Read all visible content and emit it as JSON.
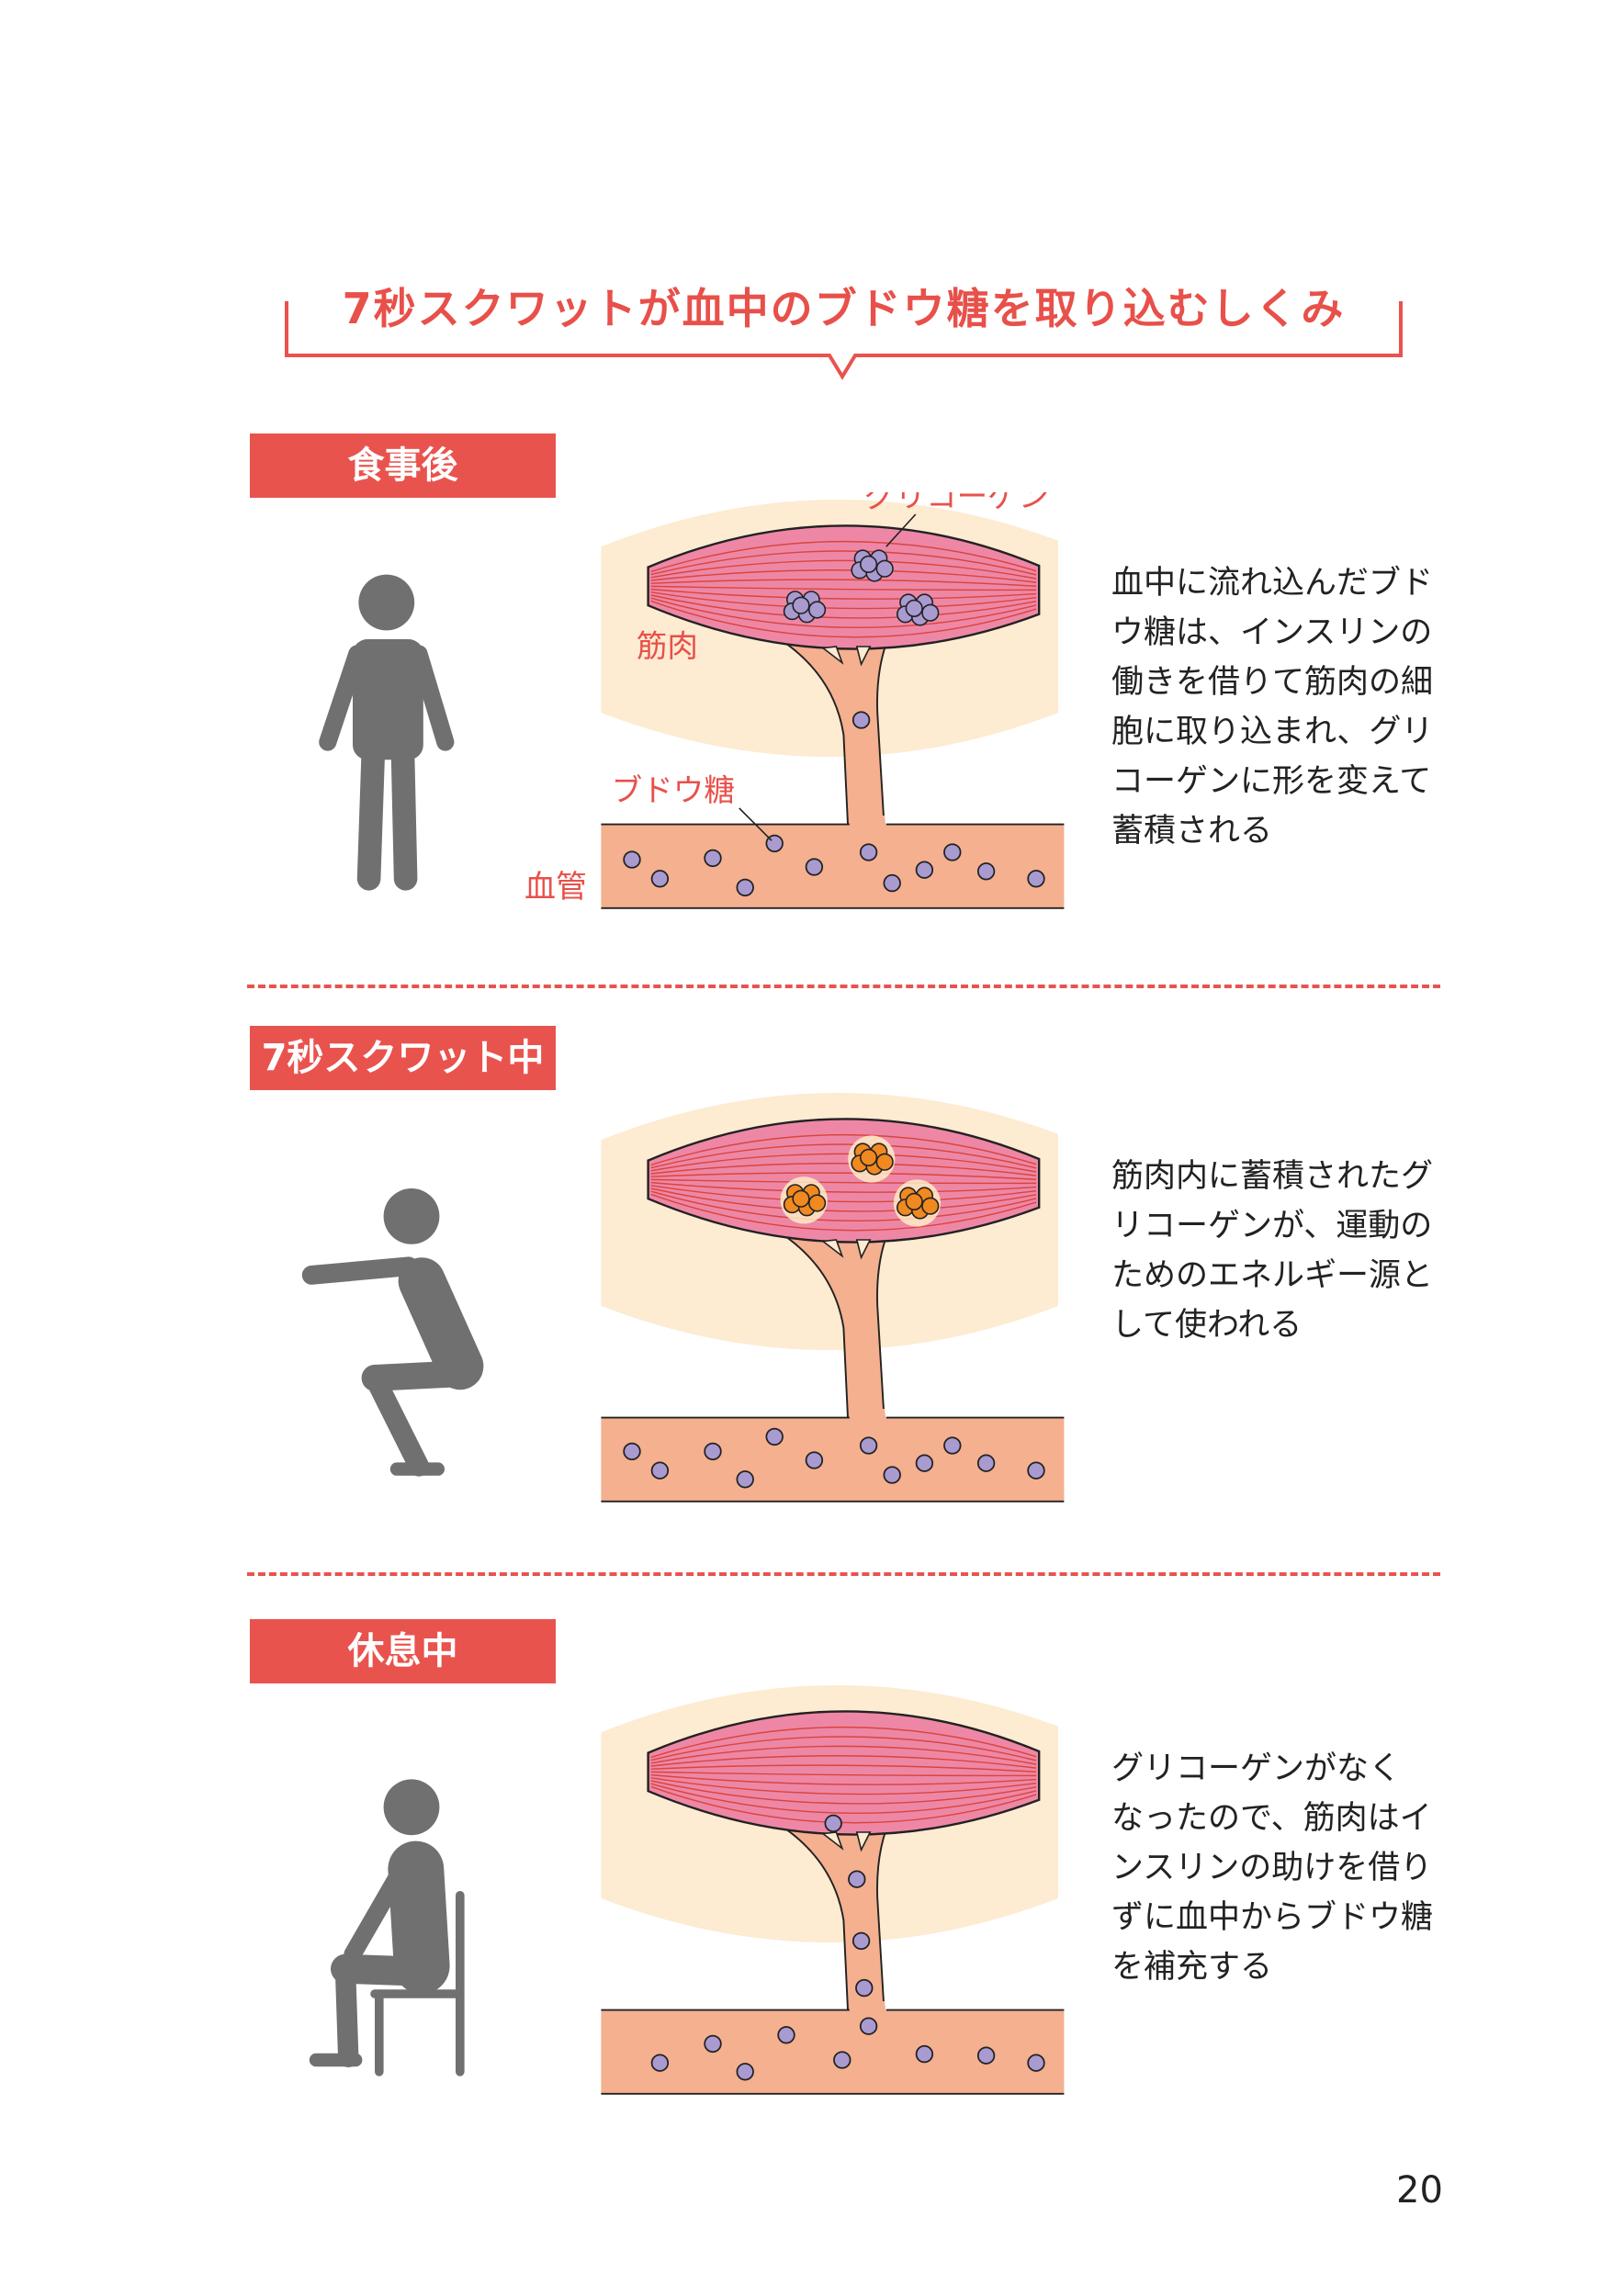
{
  "title": "7秒スクワットが血中のブドウ糖を取り込むしくみ",
  "labels": {
    "glycogen": "グリコーゲン",
    "muscle": "筋肉",
    "glucose": "ブドウ糖",
    "blood_vessel": "血管"
  },
  "sections": [
    {
      "label": "食事後",
      "figure": "standing-person-icon",
      "lines": [
        "血中に流れ込んだブド",
        "ウ糖は、インスリンの",
        "働きを借りて筋肉の細",
        "胞に取り込まれ、グリ",
        "コーゲンに形を変えて",
        "蓄積される"
      ]
    },
    {
      "label": "7秒スクワット中",
      "figure": "squatting-person-icon",
      "lines": [
        "筋肉内に蓄積されたグ",
        "リコーゲンが、運動の",
        "ためのエネルギー源と",
        "して使われる"
      ]
    },
    {
      "label": "休息中",
      "figure": "sitting-person-icon",
      "lines": [
        "グリコーゲンがなく",
        "なったので、筋肉はイ",
        "ンスリンの助けを借り",
        "ずに血中からブドウ糖",
        "を補充する"
      ]
    }
  ],
  "page_number": "20",
  "colors": {
    "accent": "#e9534e",
    "muscle": "#ee87a6",
    "tissue": "#fdebd2",
    "vessel": "#f4b08f",
    "glucose": "#a99ad0",
    "energy": "#f0891f",
    "figure": "#707070"
  }
}
